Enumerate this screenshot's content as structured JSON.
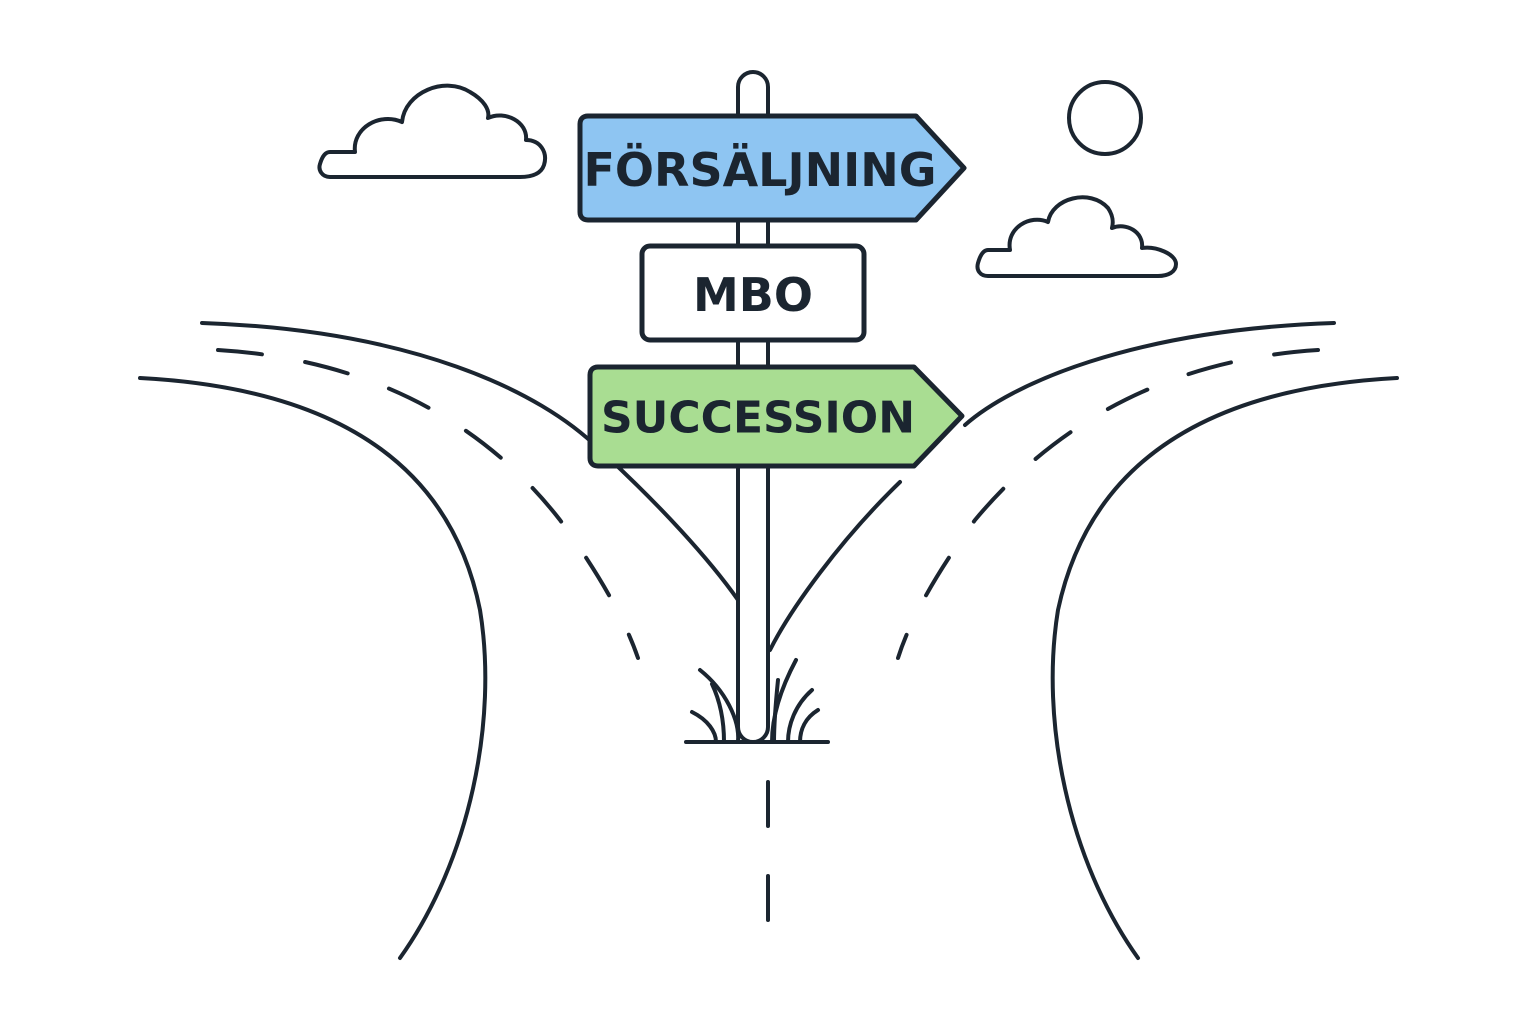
{
  "signs": {
    "top": {
      "label": "FÖRSÄLJNING",
      "color": "#8ec5f2"
    },
    "middle": {
      "label": "MBO",
      "color": "#ffffff"
    },
    "bottom": {
      "label": "SUCCESSION",
      "color": "#a9dd92"
    }
  },
  "colors": {
    "ink": "#1b2530",
    "background": "#ffffff"
  },
  "icons": [
    "cloud-icon",
    "sun-icon",
    "grass-icon",
    "signpost-icon"
  ]
}
